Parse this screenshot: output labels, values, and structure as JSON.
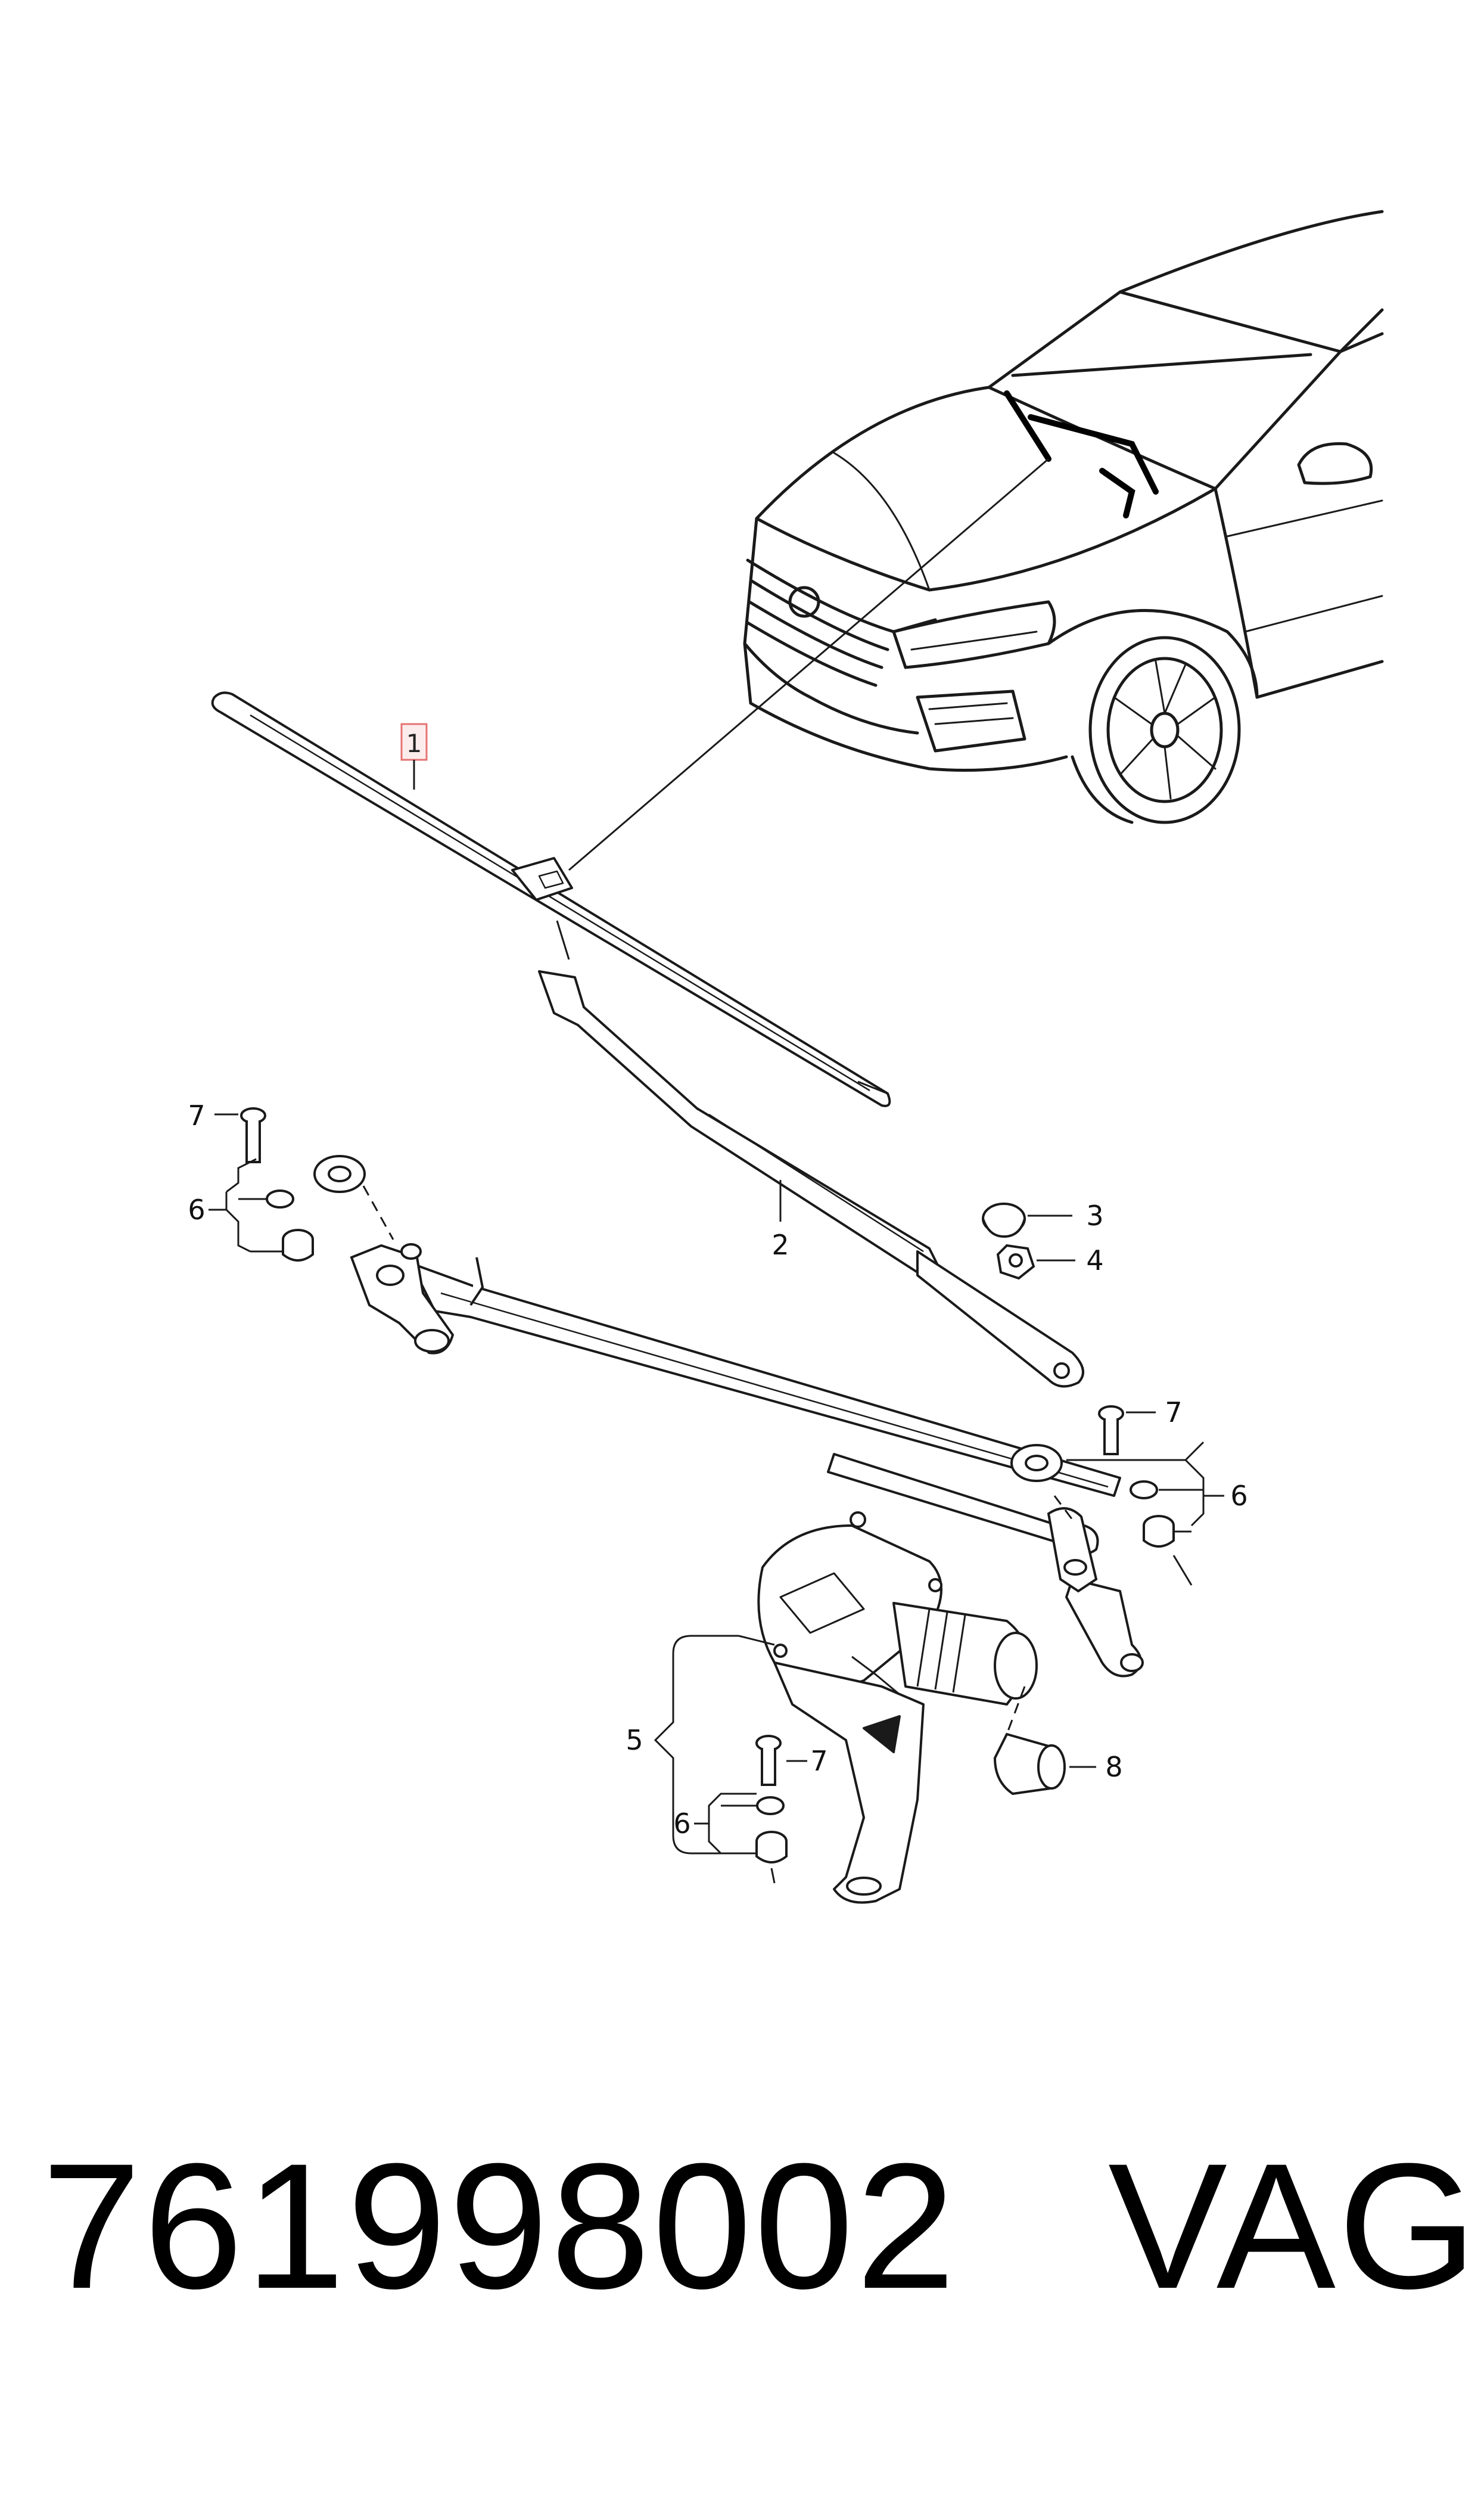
{
  "diagram": {
    "callouts": {
      "c1": "1",
      "c2": "2",
      "c3": "3",
      "c4": "4",
      "c5": "5",
      "c6a": "6",
      "c6b": "6",
      "c6c": "6",
      "c7a": "7",
      "c7b": "7",
      "c7c": "7",
      "c8": "8"
    },
    "highlight_color": "#e57373",
    "line_color": "#1a1a1a"
  },
  "footer": {
    "part_number": "761998002",
    "brand": "VAG"
  }
}
